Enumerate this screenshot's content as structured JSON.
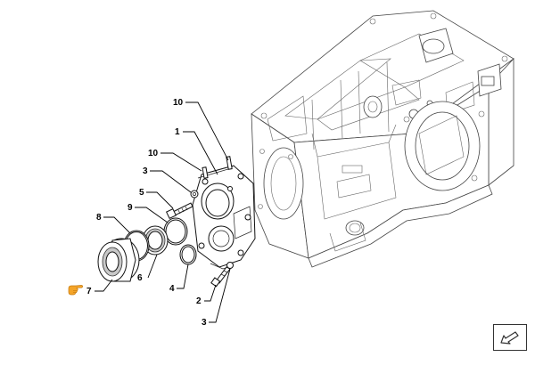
{
  "callouts": [
    {
      "id": "c10a",
      "label": "10"
    },
    {
      "id": "c1",
      "label": "1"
    },
    {
      "id": "c10b",
      "label": "10"
    },
    {
      "id": "c3a",
      "label": "3"
    },
    {
      "id": "c5",
      "label": "5"
    },
    {
      "id": "c9",
      "label": "9"
    },
    {
      "id": "c8",
      "label": "8"
    },
    {
      "id": "c6",
      "label": "6"
    },
    {
      "id": "c4",
      "label": "4"
    },
    {
      "id": "c2",
      "label": "2"
    },
    {
      "id": "c3b",
      "label": "3"
    },
    {
      "id": "c7",
      "label": "7"
    }
  ],
  "icons": {
    "pointer": "pointing-hand-icon",
    "nav": "arrow-down-left-icon"
  },
  "colors": {
    "line": "#000000",
    "hand": "#f4a428",
    "background": "#ffffff"
  }
}
